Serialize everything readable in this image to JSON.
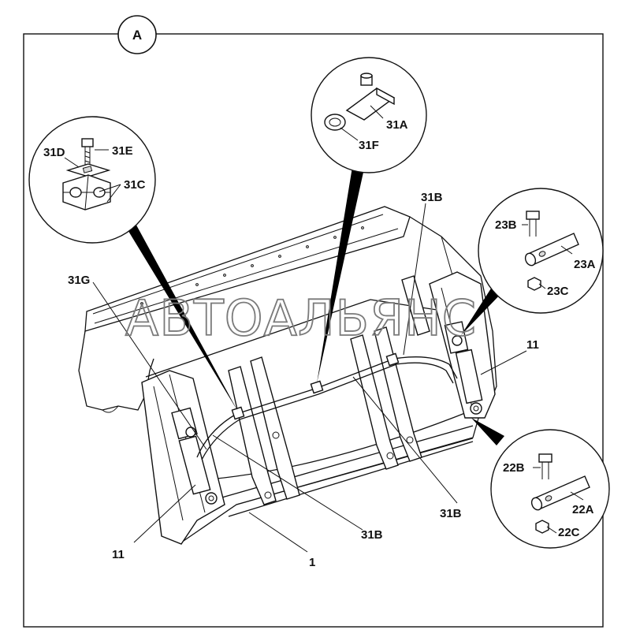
{
  "view_marker": "A",
  "watermark": "АВТОАЛЬЯНС",
  "callouts": {
    "c31": [
      "31D",
      "31E",
      "31C"
    ],
    "c31a": [
      "31A",
      "31F"
    ],
    "c23": [
      "23B",
      "23A",
      "23C"
    ],
    "c22": [
      "22B",
      "22A",
      "22C"
    ]
  },
  "labels": {
    "l31G": "31G",
    "l31B_top": "31B",
    "l11_right": "11",
    "l31B_mid": "31B",
    "l31B_low": "31B",
    "l11_left": "11",
    "l1": "1"
  }
}
